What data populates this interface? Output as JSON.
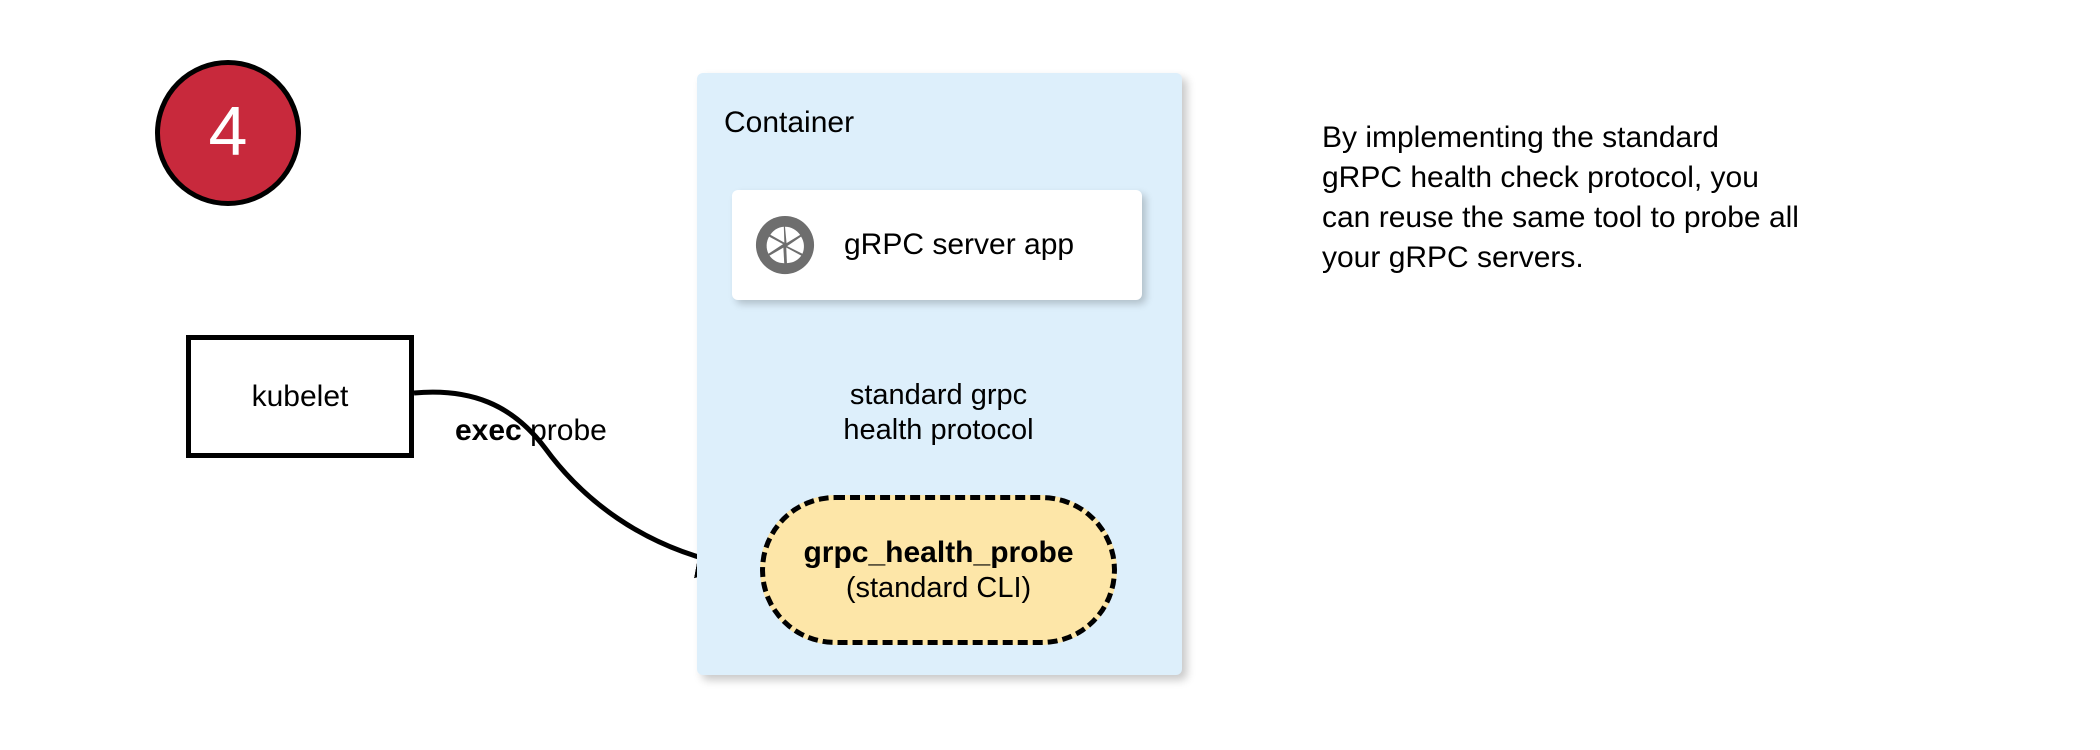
{
  "step": {
    "number": "4"
  },
  "kubelet": {
    "label": "kubelet"
  },
  "edges": {
    "exec_probe": {
      "keyword": "exec",
      "rest": " probe"
    },
    "protocol": {
      "line1": "standard grpc",
      "line2": "health protocol"
    }
  },
  "container": {
    "title": "Container",
    "server_card": {
      "icon": "grpc-aperture-icon",
      "label": "gRPC server app"
    },
    "probe_pill": {
      "title": "grpc_health_probe",
      "subtitle": "(standard CLI)"
    }
  },
  "note": {
    "line1": "By implementing the standard",
    "line2": "gRPC health check protocol, you",
    "line3": "can reuse the same tool to probe all",
    "line4": "your gRPC servers."
  },
  "colors": {
    "badge_fill": "#c8293c",
    "badge_text": "#ffffff",
    "container_fill": "#ddeffb",
    "card_fill": "#ffffff",
    "pill_fill": "#fde6a8",
    "icon_gray": "#6e6e6e",
    "stroke": "#000000"
  }
}
